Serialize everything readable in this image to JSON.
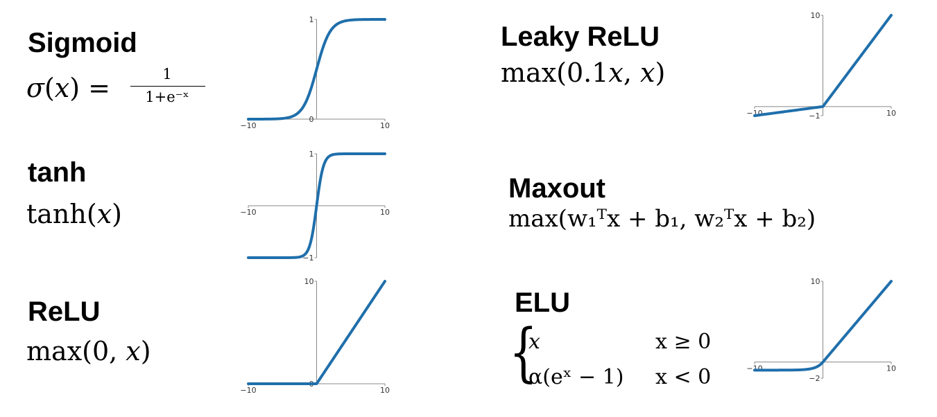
{
  "colors": {
    "curve": "#1f6fab",
    "axis": "#888888"
  },
  "labels": {
    "sigmoid": {
      "name": "Sigmoid",
      "f_sigma": "σ",
      "f_x": "x",
      "f_eq": ") =",
      "num": "1",
      "den": "1+e⁻ˣ"
    },
    "tanh": {
      "name": "tanh",
      "f_fn": "tanh(",
      "f_x": "x",
      "f_close": ")"
    },
    "relu": {
      "name": "ReLU",
      "f_fn": "max(0, ",
      "f_x": "x",
      "f_close": ")"
    },
    "leaky": {
      "name": "Leaky ReLU",
      "f_fn": "max(0.1",
      "f_x1": "x",
      "f_sep": ", ",
      "f_x2": "x",
      "f_close": ")"
    },
    "maxout": {
      "name": "Maxout",
      "f_text": "max(w₁ᵀx + b₁, w₂ᵀx + b₂)"
    },
    "elu": {
      "name": "ELU",
      "case1_expr": "x",
      "case1_cond": "x ≥ 0",
      "case2_expr": "α(eˣ − 1)",
      "case2_cond": "x < 0"
    }
  },
  "chart_data": [
    {
      "type": "line",
      "name": "sigmoid",
      "function": "sigmoid",
      "xlim": [
        -10,
        10
      ],
      "ylim": [
        0,
        1
      ],
      "xticks": [
        "−10",
        "10"
      ],
      "yticks": [
        "1",
        "0"
      ],
      "x": [
        -10,
        -8,
        -6,
        -4,
        -3,
        -2,
        -1,
        0,
        1,
        2,
        3,
        4,
        6,
        8,
        10
      ],
      "y": [
        0.0,
        0.0003,
        0.0025,
        0.018,
        0.047,
        0.119,
        0.269,
        0.5,
        0.731,
        0.881,
        0.953,
        0.982,
        0.9975,
        0.9997,
        1.0
      ]
    },
    {
      "type": "line",
      "name": "tanh",
      "function": "tanh",
      "xlim": [
        -10,
        10
      ],
      "ylim": [
        -1,
        1
      ],
      "xticks": [
        "−10",
        "10"
      ],
      "yticks": [
        "1",
        "−1"
      ],
      "x": [
        -10,
        -4,
        -3,
        -2,
        -1,
        -0.5,
        0,
        0.5,
        1,
        2,
        3,
        4,
        10
      ],
      "y": [
        -1.0,
        -0.999,
        -0.995,
        -0.964,
        -0.762,
        -0.462,
        0.0,
        0.462,
        0.762,
        0.964,
        0.995,
        0.999,
        1.0
      ]
    },
    {
      "type": "line",
      "name": "relu",
      "function": "relu",
      "xlim": [
        -10,
        10
      ],
      "ylim": [
        0,
        10
      ],
      "xticks": [
        "−10",
        "10"
      ],
      "yticks": [
        "10",
        "0"
      ],
      "x": [
        -10,
        0,
        10
      ],
      "y": [
        0,
        0,
        10
      ]
    },
    {
      "type": "line",
      "name": "leaky_relu",
      "function": "leaky_relu",
      "xlim": [
        -10,
        10
      ],
      "ylim": [
        -1,
        10
      ],
      "xticks": [
        "−10",
        "10"
      ],
      "yticks": [
        "10",
        "−1"
      ],
      "x": [
        -10,
        0,
        10
      ],
      "y": [
        -1,
        0,
        10
      ]
    },
    {
      "type": "line",
      "name": "elu",
      "function": "elu",
      "xlim": [
        -10,
        10
      ],
      "ylim": [
        -2,
        10
      ],
      "xticks": [
        "−10",
        "10"
      ],
      "yticks": [
        "10",
        "−2"
      ],
      "x": [
        -10,
        -6,
        -4,
        -3,
        -2,
        -1.5,
        -1,
        -0.5,
        0,
        10
      ],
      "y": [
        -1.0,
        -0.998,
        -0.982,
        -0.95,
        -0.865,
        -0.777,
        -0.632,
        -0.393,
        0,
        10
      ]
    }
  ]
}
